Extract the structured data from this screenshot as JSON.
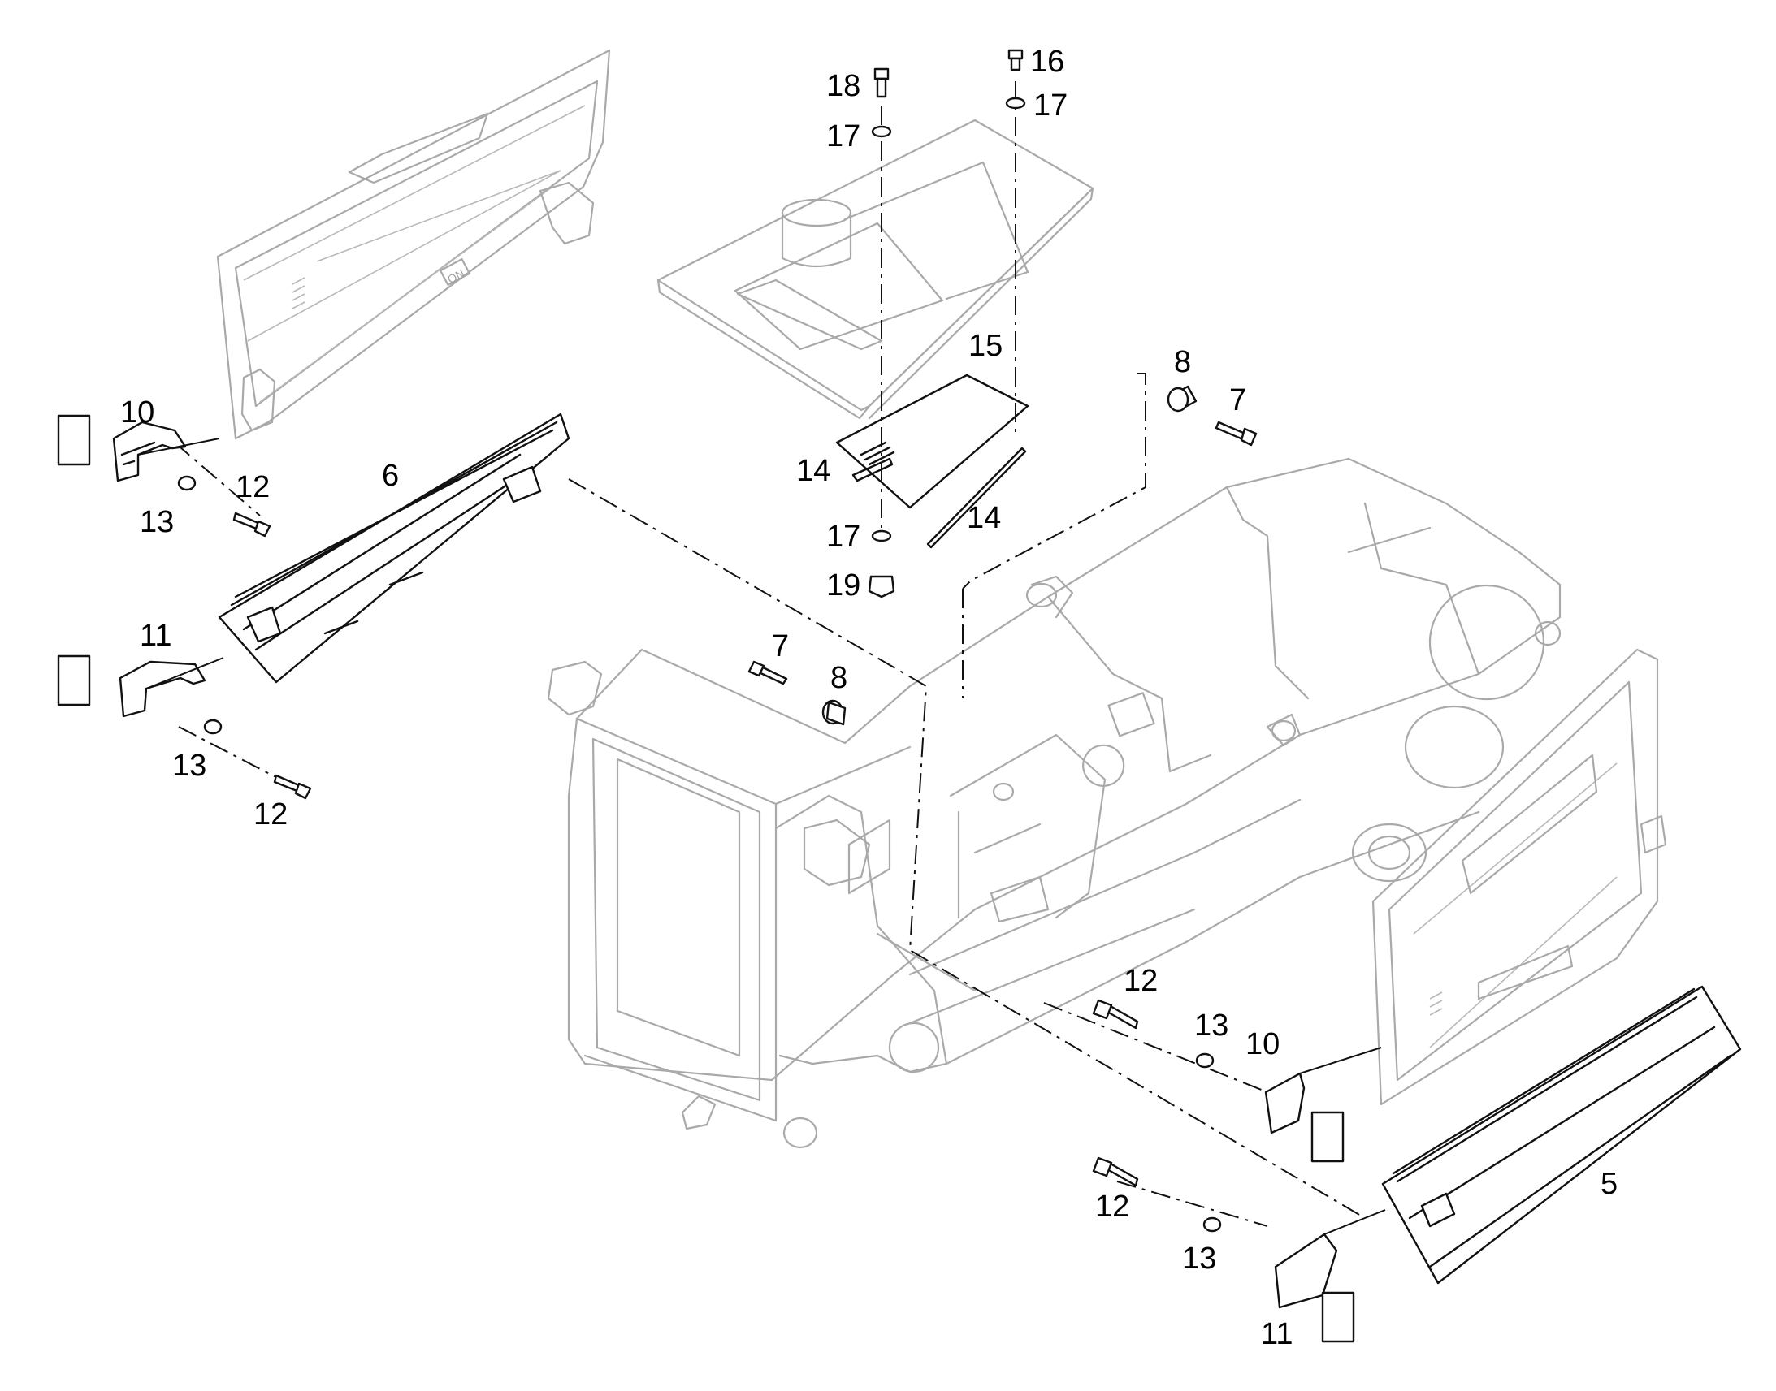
{
  "diagram": {
    "callouts": [
      {
        "id": "c18",
        "text": "18"
      },
      {
        "id": "c16",
        "text": "16"
      },
      {
        "id": "c17a",
        "text": "17"
      },
      {
        "id": "c17b",
        "text": "17"
      },
      {
        "id": "c15",
        "text": "15"
      },
      {
        "id": "c8a",
        "text": "8"
      },
      {
        "id": "c7a",
        "text": "7"
      },
      {
        "id": "c10a",
        "text": "10"
      },
      {
        "id": "c6",
        "text": "6"
      },
      {
        "id": "c12a",
        "text": "12"
      },
      {
        "id": "c13a",
        "text": "13"
      },
      {
        "id": "c14a",
        "text": "14"
      },
      {
        "id": "c14b",
        "text": "14"
      },
      {
        "id": "c17c",
        "text": "17"
      },
      {
        "id": "c19",
        "text": "19"
      },
      {
        "id": "c11a",
        "text": "11"
      },
      {
        "id": "c7b",
        "text": "7"
      },
      {
        "id": "c8b",
        "text": "8"
      },
      {
        "id": "c13b",
        "text": "13"
      },
      {
        "id": "c12b",
        "text": "12"
      },
      {
        "id": "c12c",
        "text": "12"
      },
      {
        "id": "c13c",
        "text": "13"
      },
      {
        "id": "c10b",
        "text": "10"
      },
      {
        "id": "c5",
        "text": "5"
      },
      {
        "id": "c12d",
        "text": "12"
      },
      {
        "id": "c13d",
        "text": "13"
      },
      {
        "id": "c11b",
        "text": "11"
      }
    ],
    "logo_text": "ON"
  }
}
